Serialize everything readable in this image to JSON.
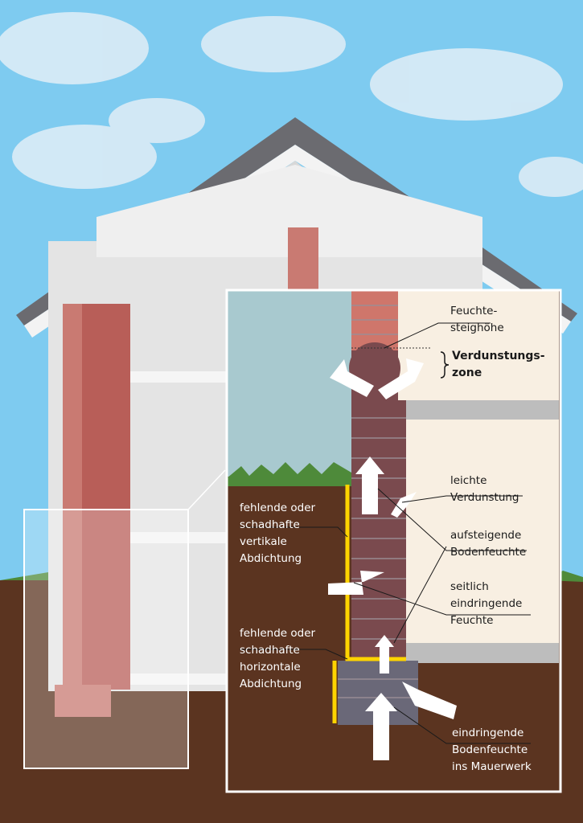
{
  "labels": {
    "moisture_height": [
      "Feuchte-",
      "steighöhe"
    ],
    "evaporation_zone": [
      "Verdunstungs-",
      "zone"
    ],
    "light_evaporation": [
      "leichte",
      "Verdunstung"
    ],
    "rising_moisture": [
      "aufsteigende",
      "Bodenfeuchte"
    ],
    "lateral_moisture": [
      "seitlich",
      "eindringende",
      "Feuchte"
    ],
    "ground_moisture": [
      "eindringende",
      "Bodenfeuchte",
      "ins Mauerwerk"
    ],
    "vertical_seal": [
      "fehlende oder",
      "schadhafte",
      "vertikale",
      "Abdichtung"
    ],
    "horizontal_seal": [
      "fehlende oder",
      "schadhafte",
      "horizontale",
      "Abdichtung"
    ]
  },
  "colors": {
    "sky": "#7ecbf0",
    "soil": "#5b3420",
    "brick_dry": "#cf766b",
    "brick_wet": "#7a4a4e",
    "seal": "#ffd400",
    "interior": "#f8efe2",
    "exterior_wall": "#a8c9cf"
  }
}
